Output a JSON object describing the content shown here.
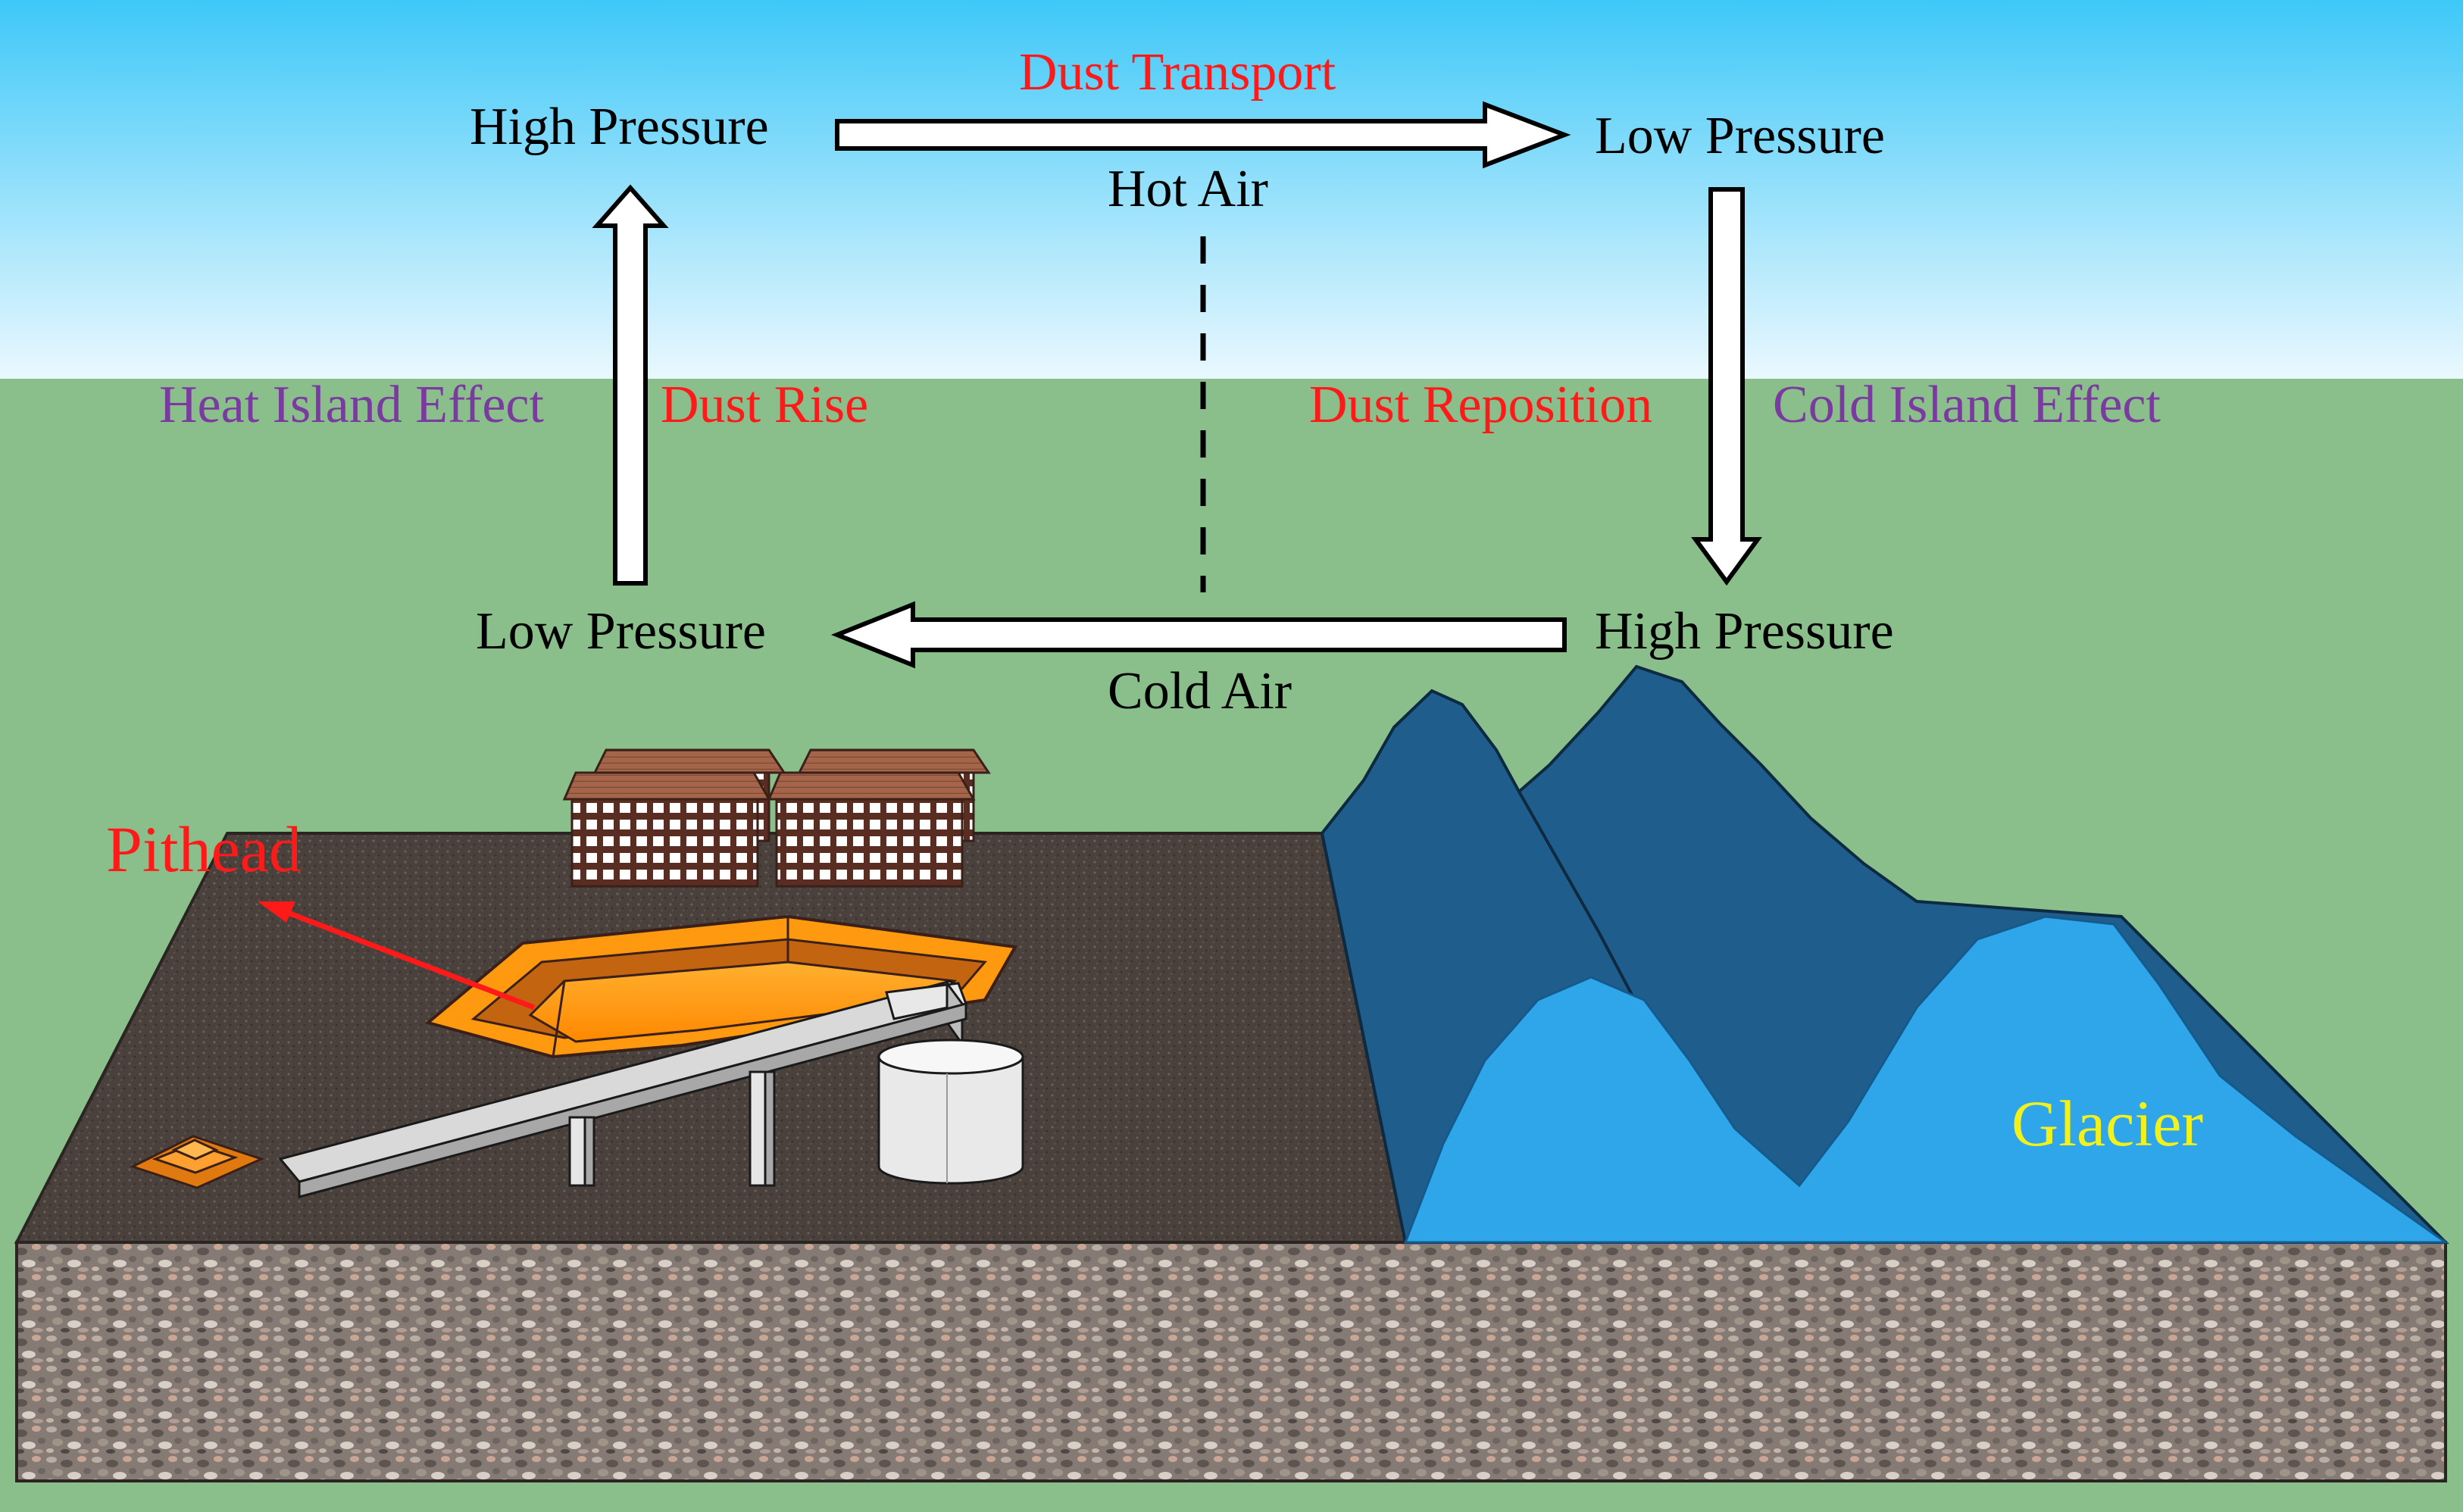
{
  "labels": {
    "top_left_pressure": "High Pressure",
    "top_right_pressure": "Low Pressure",
    "bottom_left_pressure": "Low Pressure",
    "bottom_right_pressure": "High Pressure",
    "dust_transport": "Dust Transport",
    "hot_air": "Hot Air",
    "cold_air": "Cold Air",
    "heat_island": "Heat Island Effect",
    "dust_rise": "Dust Rise",
    "dust_reposition": "Dust Reposition",
    "cold_island": "Cold Island Effect",
    "pithead": "Pithead",
    "glacier": "Glacier"
  },
  "colors": {
    "sky_top": "#3ec8f8",
    "sky_bottom": "#eaf8fe",
    "grass": "#8abf8c",
    "ground_top": "#4a413d",
    "ground_front": "#857a74",
    "mountain_dark": "#1f5e8c",
    "glacier": "#2fa6ea",
    "pit_orange": "#ff9a10",
    "building_brown": "#a5654a",
    "text_black": "#000000",
    "text_red": "#ff1a1a",
    "text_purple": "#7a3aa0",
    "text_yellow": "#f2f21a"
  }
}
